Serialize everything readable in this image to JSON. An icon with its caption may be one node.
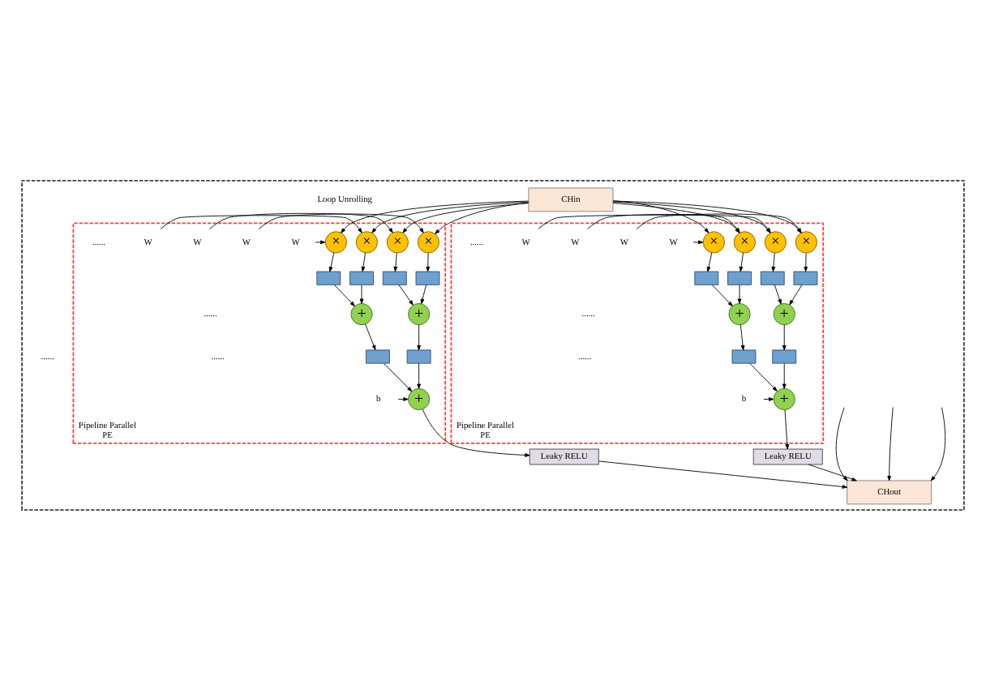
{
  "diagram": {
    "nodes": [
      {
        "text": [],
        "shape": "box"
      },
      {
        "text": [
          "CHin"
        ],
        "in": 0
      },
      {
        "text": [
          "Pipeline Parallel",
          "PE"
        ],
        "in": 0
      },
      {
        "text": [
          "×"
        ],
        "in": 2
      },
      {
        "text": [
          "×"
        ],
        "in": 2
      },
      {
        "text": [
          "×"
        ],
        "in": 2
      },
      {
        "text": [
          "×"
        ],
        "in": 2
      },
      {
        "text": [
          "W"
        ],
        "in": 2
      },
      {
        "text": [
          "W"
        ],
        "in": 2
      },
      {
        "text": [
          "W"
        ],
        "in": 2
      },
      {
        "text": [
          "W"
        ],
        "in": 2
      },
      {
        "text": [],
        "shape": "box",
        "in": 2
      },
      {
        "text": [],
        "shape": "box",
        "in": 2
      },
      {
        "text": [],
        "shape": "box",
        "in": 2
      },
      {
        "text": [],
        "shape": "box",
        "in": 2
      },
      {
        "text": [
          "+"
        ],
        "in": 2
      },
      {
        "text": [
          "+"
        ],
        "in": 2
      },
      {
        "text": [],
        "shape": "box",
        "in": 2
      },
      {
        "text": [],
        "shape": "box",
        "in": 2
      },
      {
        "text": [
          "+"
        ],
        "in": 2
      },
      {
        "text": [
          "b"
        ],
        "in": 2
      },
      {
        "text": [
          "Leaky RELU"
        ],
        "in": 0
      },
      {
        "text": [
          "Pipeline Parallel",
          "PE"
        ],
        "in": 0
      },
      {
        "text": [
          "×"
        ],
        "in": 22
      },
      {
        "text": [
          "×"
        ],
        "in": 22
      },
      {
        "text": [
          "×"
        ],
        "in": 22
      },
      {
        "text": [
          "×"
        ],
        "in": 22
      },
      {
        "text": [
          "W"
        ],
        "in": 22
      },
      {
        "text": [
          "W"
        ],
        "in": 22
      },
      {
        "text": [
          "W"
        ],
        "in": 22
      },
      {
        "text": [
          "W"
        ],
        "in": 22
      },
      {
        "text": [],
        "shape": "box",
        "in": 22
      },
      {
        "text": [],
        "shape": "box",
        "in": 22
      },
      {
        "text": [],
        "shape": "box",
        "in": 22
      },
      {
        "text": [],
        "shape": "box",
        "in": 22
      },
      {
        "text": [
          "+"
        ],
        "in": 22
      },
      {
        "text": [
          "+"
        ],
        "in": 22
      },
      {
        "text": [],
        "shape": "box",
        "in": 22
      },
      {
        "text": [],
        "shape": "box",
        "in": 22
      },
      {
        "text": [
          "+"
        ],
        "in": 22
      },
      {
        "text": [
          "b"
        ],
        "in": 22
      },
      {
        "text": [
          "Leaky RELU"
        ],
        "in": 0
      },
      {
        "text": [
          "CHout"
        ],
        "in": 0
      }
    ],
    "edges": [
      {
        "from": 1,
        "to": 3,
        "arrow": "to"
      },
      {
        "from": 1,
        "to": 4,
        "arrow": "to"
      },
      {
        "from": 1,
        "to": 5,
        "arrow": "to"
      },
      {
        "from": 1,
        "to": 6,
        "arrow": "to"
      },
      {
        "from": 1,
        "to": 23,
        "arrow": "to"
      },
      {
        "from": 1,
        "to": 24,
        "arrow": "to"
      },
      {
        "from": 1,
        "to": 25,
        "arrow": "to"
      },
      {
        "from": 1,
        "to": 26,
        "arrow": "to"
      },
      {
        "from": 7,
        "to": 3,
        "arrow": "to"
      },
      {
        "from": 8,
        "to": 4,
        "arrow": "to"
      },
      {
        "from": 9,
        "to": 5,
        "arrow": "to"
      },
      {
        "from": 10,
        "to": 6,
        "arrow": "to"
      },
      {
        "from": 3,
        "to": 11,
        "arrow": "to"
      },
      {
        "from": 4,
        "to": 12,
        "arrow": "to"
      },
      {
        "from": 5,
        "to": 13,
        "arrow": "to"
      },
      {
        "from": 6,
        "to": 14,
        "arrow": "to"
      },
      {
        "from": 11,
        "to": 15,
        "arrow": "to"
      },
      {
        "from": 12,
        "to": 15,
        "arrow": "to"
      },
      {
        "from": 13,
        "to": 16,
        "arrow": "to"
      },
      {
        "from": 14,
        "to": 16,
        "arrow": "to"
      },
      {
        "from": 15,
        "to": 17,
        "arrow": "to"
      },
      {
        "from": 16,
        "to": 18,
        "arrow": "to"
      },
      {
        "from": 17,
        "to": 19,
        "arrow": "to"
      },
      {
        "from": 18,
        "to": 19,
        "arrow": "to"
      },
      {
        "from": 20,
        "to": 19,
        "arrow": "to"
      },
      {
        "from": 19,
        "to": 21,
        "arrow": "to"
      },
      {
        "from": 27,
        "to": 23,
        "arrow": "to"
      },
      {
        "from": 28,
        "to": 24,
        "arrow": "to"
      },
      {
        "from": 29,
        "to": 25,
        "arrow": "to"
      },
      {
        "from": 30,
        "to": 26,
        "arrow": "to"
      },
      {
        "from": 23,
        "to": 31,
        "arrow": "to"
      },
      {
        "from": 24,
        "to": 32,
        "arrow": "to"
      },
      {
        "from": 25,
        "to": 33,
        "arrow": "to"
      },
      {
        "from": 26,
        "to": 34,
        "arrow": "to"
      },
      {
        "from": 31,
        "to": 35,
        "arrow": "to"
      },
      {
        "from": 32,
        "to": 35,
        "arrow": "to"
      },
      {
        "from": 33,
        "to": 36,
        "arrow": "to"
      },
      {
        "from": 34,
        "to": 36,
        "arrow": "to"
      },
      {
        "from": 35,
        "to": 37,
        "arrow": "to"
      },
      {
        "from": 36,
        "to": 38,
        "arrow": "to"
      },
      {
        "from": 37,
        "to": 39,
        "arrow": "to"
      },
      {
        "from": 38,
        "to": 39,
        "arrow": "to"
      },
      {
        "from": 40,
        "to": 39,
        "arrow": "to"
      },
      {
        "from": 39,
        "to": 41,
        "arrow": "to"
      },
      {
        "from": 21,
        "to": 42,
        "arrow": "to"
      },
      {
        "from": 41,
        "to": 42,
        "arrow": "to"
      },
      {
        "from": null,
        "to": 42,
        "arrow": "to"
      },
      {
        "from": null,
        "to": 42,
        "arrow": "to"
      },
      {
        "from": null,
        "to": 42,
        "arrow": "to"
      }
    ],
    "labels": [
      "Loop Unrolling",
      "......",
      "......",
      "......",
      "......",
      "......",
      "......",
      "......"
    ]
  }
}
